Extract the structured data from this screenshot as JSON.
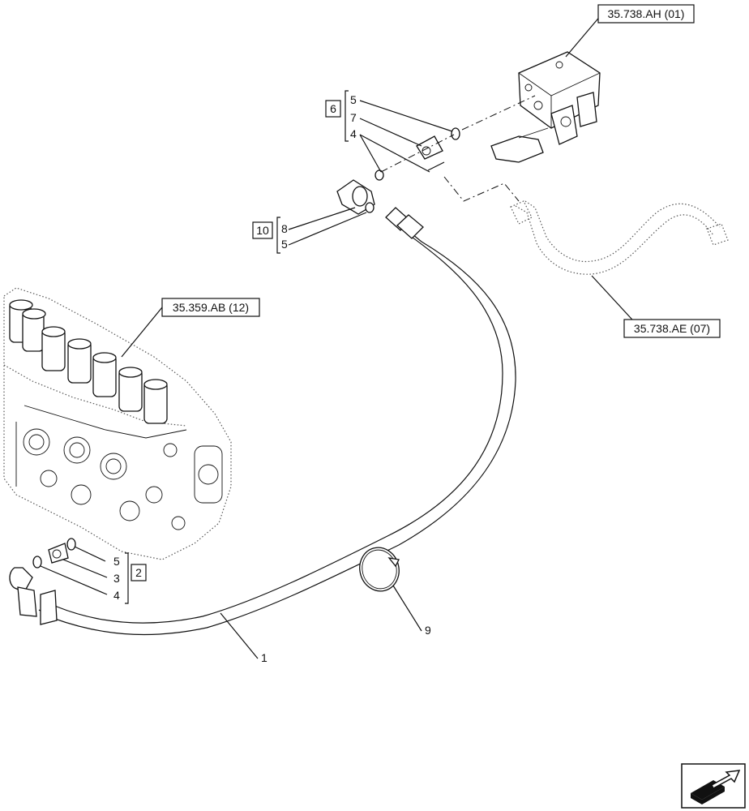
{
  "references": {
    "ref_top": "35.738.AH (01)",
    "ref_left": "35.359.AB (12)",
    "ref_right": "35.738.AE (07)"
  },
  "groups": {
    "group_6": {
      "id": "6",
      "items": [
        "5",
        "7",
        "4"
      ]
    },
    "group_10": {
      "id": "10",
      "items": [
        "8",
        "5"
      ]
    },
    "group_2": {
      "id": "2",
      "items": [
        "5",
        "3",
        "4"
      ]
    }
  },
  "callouts": {
    "hose": "1",
    "clamp": "9"
  },
  "icons": {
    "nav": "next-page-arrow-icon"
  }
}
